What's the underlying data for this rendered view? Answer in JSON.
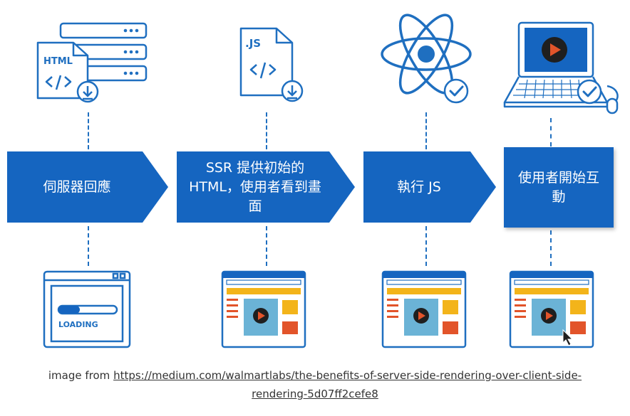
{
  "steps": [
    {
      "label": "伺服器回應"
    },
    {
      "label_line1": "SSR 提供初始的",
      "label_line2": "HTML，使用者看到畫面"
    },
    {
      "label": "執行 JS"
    },
    {
      "label_line1": "使用者開始互",
      "label_line2": "動"
    }
  ],
  "icons": {
    "html_file_text": "HTML",
    "html_file_code": "</>",
    "js_file_text": ".JS",
    "js_file_code": "</>",
    "loading_text": "LOADING"
  },
  "caption": {
    "prefix": "image from ",
    "link_line1": "https://medium.com/walmartlabs/the-benefits-of-server-side-rendering-over-client-side-",
    "link_line2": "rendering-5d07ff2cefe8"
  },
  "colors": {
    "accent": "#1565c0",
    "line": "#1f6fc0",
    "orange": "#f3b41a",
    "red": "#e2542a",
    "video": "#6bb3d6"
  }
}
